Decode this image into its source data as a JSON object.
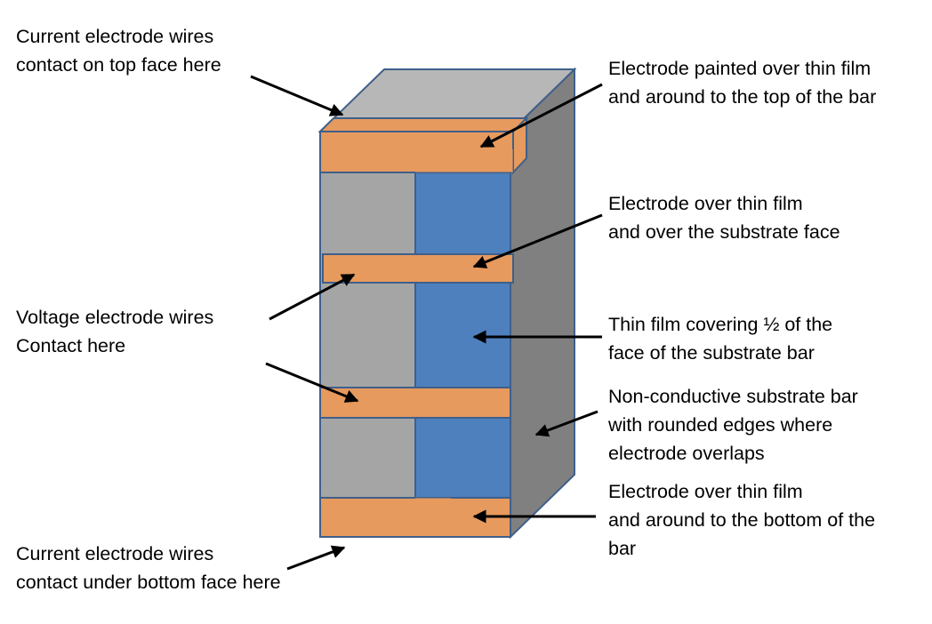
{
  "colors": {
    "substrate_front": "#a5a5a5",
    "substrate_top": "#b7b7b7",
    "substrate_side": "#808080",
    "thin_film": "#4e80bd",
    "electrode": "#e69a5e",
    "outline": "#3f5f8a",
    "arrow": "#000000"
  },
  "labels": {
    "current_top": [
      "Current electrode wires",
      "contact on top face here"
    ],
    "voltage": [
      "Voltage electrode wires",
      "Contact here"
    ],
    "current_bottom": [
      "Current electrode wires",
      "contact under bottom face here"
    ],
    "electrode_painted": [
      "Electrode painted over thin film",
      "and around to the top of the bar"
    ],
    "electrode_over_film": [
      "Electrode over thin film",
      "and over the substrate face"
    ],
    "thin_film": [
      "Thin film covering ½ of the",
      "face of the substrate bar"
    ],
    "substrate": [
      "Non-conductive substrate bar",
      "with rounded edges where",
      "electrode overlaps"
    ],
    "electrode_bottom": [
      "Electrode over thin film",
      "and around to the bottom of the",
      "bar"
    ]
  }
}
